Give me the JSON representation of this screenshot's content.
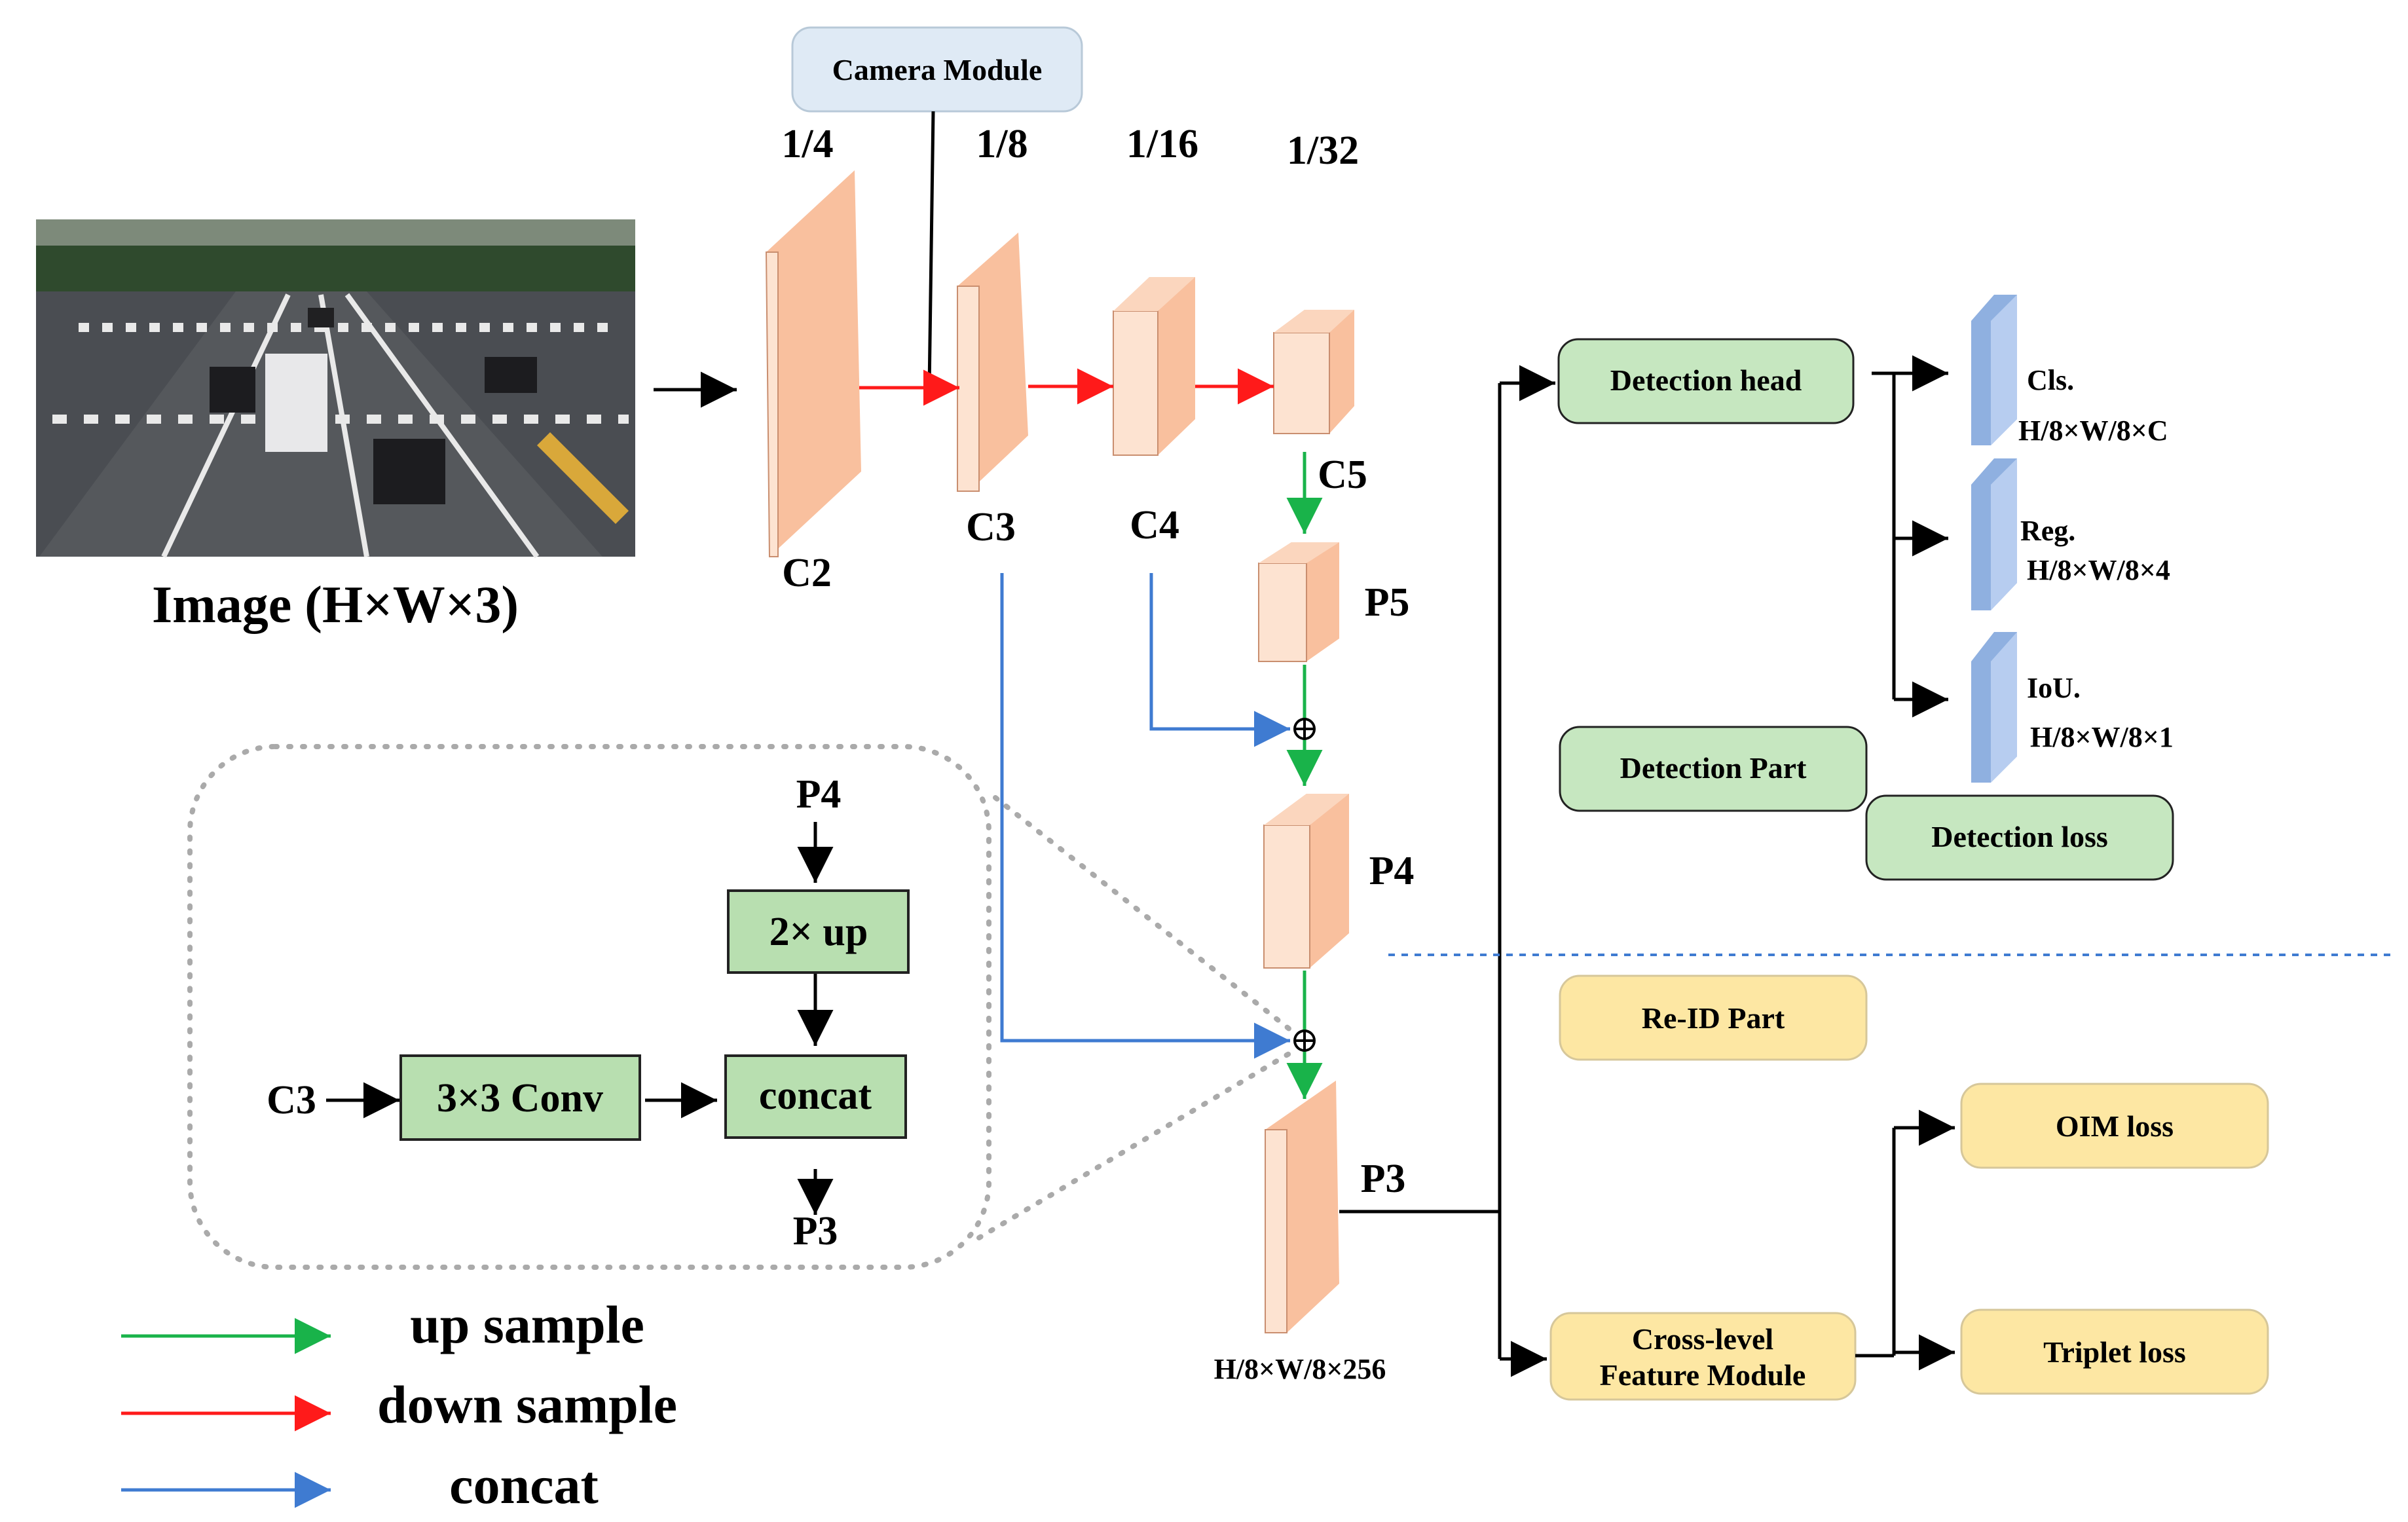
{
  "image_label": "Image (H×W×3)",
  "camera_module": "Camera Module",
  "scales": [
    "1/4",
    "1/8",
    "1/16",
    "1/32"
  ],
  "backbone": [
    "C2",
    "C3",
    "C4",
    "C5"
  ],
  "fpn": [
    "P5",
    "P4",
    "P3"
  ],
  "p3_dim": "H/8×W/8×256",
  "detection": {
    "head": "Detection head",
    "part": "Detection Part",
    "loss": "Detection loss",
    "outputs": [
      {
        "name": "Cls.",
        "dim": "H/8×W/8×C"
      },
      {
        "name": "Reg.",
        "dim": "H/8×W/8×4"
      },
      {
        "name": "IoU.",
        "dim": "H/8×W/8×1"
      }
    ]
  },
  "reid": {
    "part": "Re-ID Part",
    "module_line1": "Cross-level",
    "module_line2": "Feature Module",
    "oim_loss": "OIM loss",
    "triplet_loss": "Triplet loss"
  },
  "inset": {
    "p4": "P4",
    "up": "2× up",
    "c3": "C3",
    "conv": "3×3 Conv",
    "concat": "concat",
    "p3": "P3"
  },
  "legend": [
    {
      "label": "up sample",
      "color": "#19b34a"
    },
    {
      "label": "down sample",
      "color": "#ff1a1a"
    },
    {
      "label": "concat",
      "color": "#3f7bd1"
    }
  ],
  "colors": {
    "feature_front": "#fde3d1",
    "feature_side": "#f9c09e",
    "output_front": "#8fb0e0",
    "output_side": "#b7cdf0",
    "green_box": "#c6e7c0",
    "yellow_box": "#fde7a3"
  }
}
